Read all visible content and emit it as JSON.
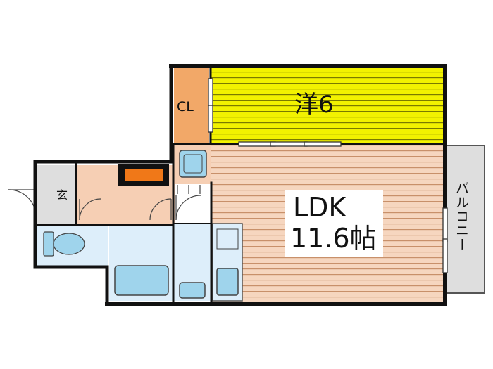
{
  "rooms": {
    "western_room": {
      "label": "洋6",
      "fill": "#f2f200"
    },
    "closet": {
      "label": "CL",
      "fill": "#f2a868"
    },
    "ldk": {
      "label_line1": "LDK",
      "label_line2": "11.6帖",
      "fill": "#f4c9a8"
    },
    "entrance": {
      "label": "玄",
      "fill": "#dedede"
    },
    "balcony": {
      "label": "バルコニー",
      "fill": "#dedede"
    },
    "wet_area": {
      "fill": "#ddeefa"
    },
    "hall": {
      "fill": "#f6cfb4"
    }
  },
  "colors": {
    "wall": "#111111",
    "fixture": "#9fd4ec",
    "shelf": "#f07818"
  }
}
